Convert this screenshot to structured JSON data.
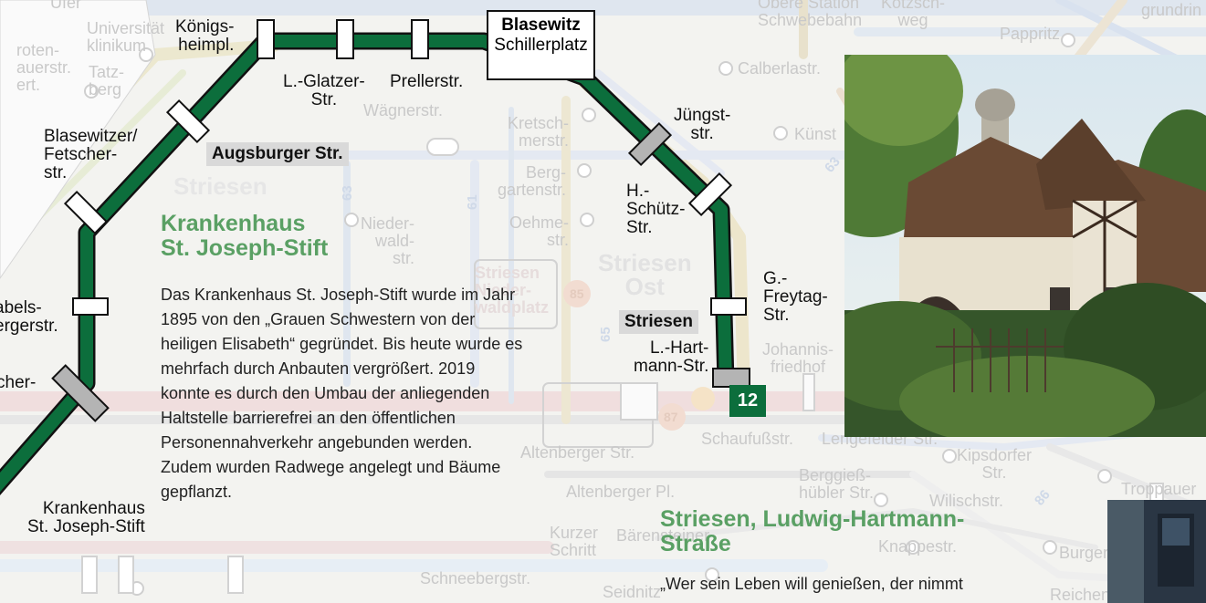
{
  "stations": {
    "koenigsheimpl": "Königs-\nheimpl.",
    "l_glatzer": "L.-Glatzer-\nStr.",
    "prellerstr": "Prellerstr.",
    "blasewitz_title": "Blasewitz",
    "blasewitz_sub": "Schillerplatz",
    "juengststr": "Jüngst-\nstr.",
    "h_schuetz": "H.-\nSchütz-\nStr.",
    "g_freytag": "G.-\nFreytag-\nStr.",
    "striesen_title": "Striesen",
    "l_hartmann": "L.-Hart-\nmann-Str.",
    "blasewitzer_fetscher": "Blasewitzer/\nFetscher-\nstr.",
    "augsburger": "Augsburger Str.",
    "gabelsbergerstr": "abels-\nergerstr.",
    "fetscher_partial": "cher-\n.",
    "krankenhaus_stop": "Krankenhaus\nSt. Joseph-Stift"
  },
  "line_number": "12",
  "article1": {
    "heading": "Krankenhaus\nSt. Joseph-Stift",
    "body": "Das Krankenhaus St. Joseph-Stift wurde im Jahr 1895 von den „Grauen Schwestern von der heiligen Elisabeth“ gegründet. Bis heute wurde es mehrfach durch Anbauten vergrößert. 2019 konnte es durch den Umbau der anliegenden Haltstelle barrierefrei an den öffentlichen Personennahverkehr angebunden werden. Zudem wurden Radwege angelegt und Bäume gepflanzt."
  },
  "article2": {
    "heading": "Striesen, Ludwig-Hartmann-\nStraße",
    "body": "„Wer sein Leben will genießen, der nimmt"
  },
  "ghost_labels": {
    "ufer": "Ufer",
    "universitaet": "Universität\nklinikum",
    "tatzberg": "Tatz-\nberg",
    "roten": "roten-\nauerstr.\nert.",
    "obere_station": "Obere Station\nSchwebebahn",
    "kotzschweg": "Kotzsch-\nweg",
    "pappritz": "Pappritz",
    "grundrin": "grundrin",
    "calberlastr": "Calberlastr.",
    "wagnerstr": "Wägnerstr.",
    "kretschmerstr": "Kretsch-\nmerstr.",
    "berggartenstr": "Berg-\ngartenstr.",
    "oehmestr": "Oehme-\nstr.",
    "niederwaldstr": "Nieder-\nwald-\nstr.",
    "kuenst": "Künst",
    "striesen_ost": "Striesen\nOst",
    "striesen_w": "Striesen",
    "johannisfriedhof": "Johannis-\nfriedhof",
    "schaufussstr": "Schaufußstr.",
    "lengefelder": "Lengefelder Str.",
    "kipsdorfer": "Kipsdorfer\nStr.",
    "berggiess": "Berggieß-\nhübler Str.",
    "wilischstr": "Wilischstr.",
    "troppauer": "Troppauer\nSt",
    "burgenl": "Burgenla",
    "knappestr": "Knappestr.",
    "reichenhaller": "Reichenhaller S",
    "altenberger": "Altenberger Str.",
    "altenberger_pl": "Altenberger Pl.",
    "kurzer_schritt": "Kurzer\nSchritt",
    "baerensteiner": "Bärensteiner",
    "schneebergstr": "Schneebergstr.",
    "seidnitz": "Seidnitz",
    "striesen_niederwaldplatz": "Striesen\nNieder-\nwaldplatz"
  },
  "colors": {
    "tram_line": "#0c6e3c",
    "heading_green": "#5aa064",
    "gray_stop": "#b4b4b4",
    "ghost_text": "#c9c9c9"
  }
}
